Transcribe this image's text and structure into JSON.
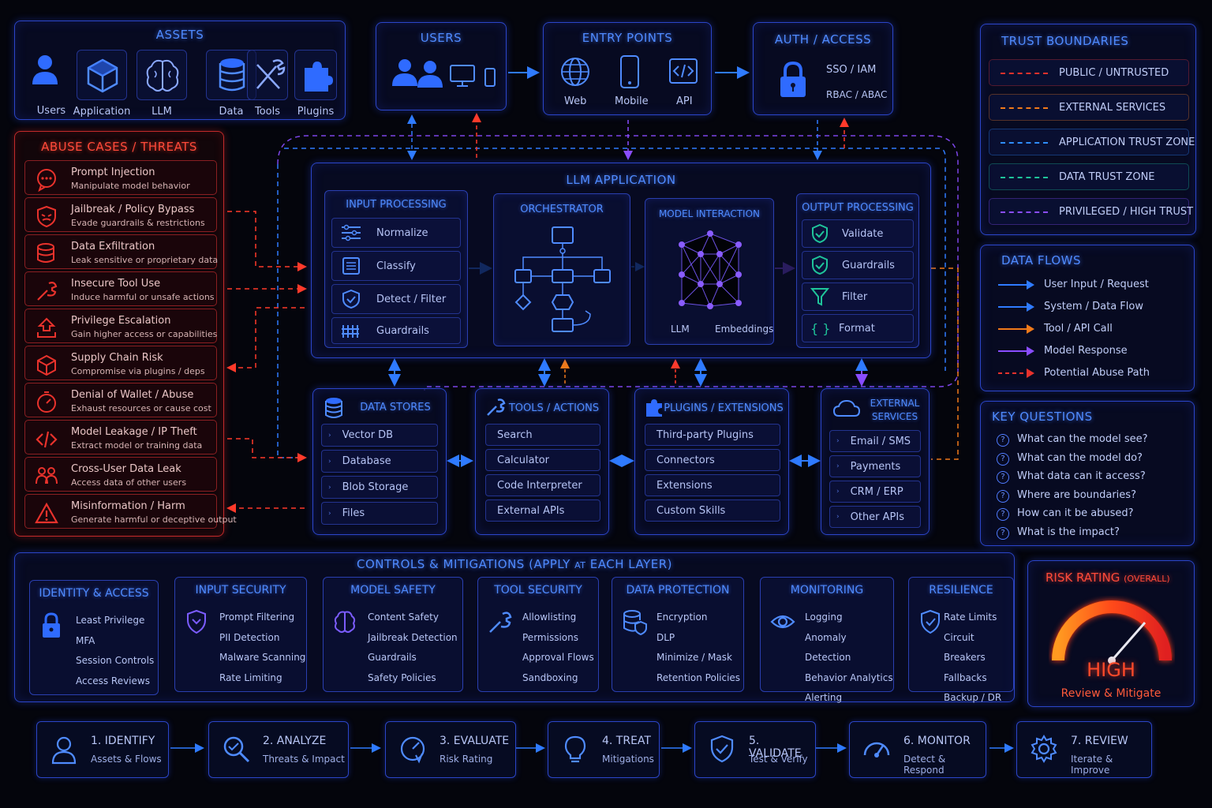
{
  "assets": {
    "title": "ASSETS",
    "items": [
      "Users",
      "Application",
      "LLM",
      "Data",
      "Tools",
      "Plugins"
    ]
  },
  "users": {
    "title": "USERS"
  },
  "entry_points": {
    "title": "ENTRY POINTS",
    "items": [
      "Web",
      "Mobile",
      "API"
    ]
  },
  "auth": {
    "title": "AUTH / ACCESS",
    "items": [
      "SSO / IAM",
      "RBAC / ABAC"
    ]
  },
  "trust_boundaries": {
    "title": "TRUST BOUNDARIES",
    "items": [
      {
        "name": "PUBLIC / UNTRUSTED",
        "color": "#e8322c"
      },
      {
        "name": "EXTERNAL SERVICES",
        "color": "#f07a1a"
      },
      {
        "name": "APPLICATION TRUST ZONE",
        "color": "#2f8dff"
      },
      {
        "name": "DATA TRUST ZONE",
        "color": "#1fc49a"
      },
      {
        "name": "PRIVILEGED / HIGH TRUST",
        "color": "#8a4dff"
      }
    ]
  },
  "abuse": {
    "title": "ABUSE CASES / THREATS",
    "items": [
      {
        "name": "Prompt Injection",
        "desc": "Manipulate model behavior"
      },
      {
        "name": "Jailbreak / Policy Bypass",
        "desc": "Evade guardrails & restrictions"
      },
      {
        "name": "Data Exfiltration",
        "desc": "Leak sensitive or proprietary data"
      },
      {
        "name": "Insecure Tool Use",
        "desc": "Induce harmful or unsafe actions"
      },
      {
        "name": "Privilege Escalation",
        "desc": "Gain higher access or capabilities"
      },
      {
        "name": "Supply Chain Risk",
        "desc": "Compromise via plugins / deps"
      },
      {
        "name": "Denial of Wallet / Abuse",
        "desc": "Exhaust resources or cause cost"
      },
      {
        "name": "Model Leakage / IP Theft",
        "desc": "Extract model or training data"
      },
      {
        "name": "Cross-User Data Leak",
        "desc": "Access data of other users"
      },
      {
        "name": "Misinformation / Harm",
        "desc": "Generate harmful or deceptive output"
      }
    ]
  },
  "llm_app": {
    "title": "LLM APPLICATION",
    "input": {
      "title": "INPUT PROCESSING",
      "items": [
        "Normalize",
        "Classify",
        "Detect / Filter",
        "Guardrails"
      ]
    },
    "orchestrator": {
      "title": "ORCHESTRATOR"
    },
    "model": {
      "title": "MODEL INTERACTION",
      "llm": "LLM",
      "embeddings": "Embeddings"
    },
    "output": {
      "title": "OUTPUT PROCESSING",
      "items": [
        "Validate",
        "Guardrails",
        "Filter",
        "Format"
      ]
    }
  },
  "data_stores": {
    "title": "DATA STORES",
    "items": [
      "Vector DB",
      "Database",
      "Blob Storage",
      "Files"
    ]
  },
  "tools": {
    "title": "TOOLS / ACTIONS",
    "items": [
      "Search",
      "Calculator",
      "Code Interpreter",
      "External APIs"
    ]
  },
  "plugins": {
    "title": "PLUGINS / EXTENSIONS",
    "items": [
      "Third-party Plugins",
      "Connectors",
      "Extensions",
      "Custom Skills"
    ]
  },
  "external": {
    "title1": "EXTERNAL",
    "title2": "SERVICES",
    "items": [
      "Email / SMS",
      "Payments",
      "CRM / ERP",
      "Other APIs"
    ]
  },
  "data_flows": {
    "title": "DATA FLOWS",
    "items": [
      {
        "name": "User Input / Request",
        "color": "#2f7bff",
        "dashed": false
      },
      {
        "name": "System / Data Flow",
        "color": "#2f7bff",
        "dashed": false
      },
      {
        "name": "Tool / API Call",
        "color": "#f07a1a",
        "dashed": false
      },
      {
        "name": "Model Response",
        "color": "#8a4dff",
        "dashed": false
      },
      {
        "name": "Potential Abuse Path",
        "color": "#e8322c",
        "dashed": true
      }
    ]
  },
  "key_questions": {
    "title": "KEY QUESTIONS",
    "items": [
      "What can the model see?",
      "What can the model do?",
      "What data can it access?",
      "Where are boundaries?",
      "How can it be abused?",
      "What is the impact?"
    ]
  },
  "controls": {
    "title_a": "CONTROLS & MITIGATIONS (APPLY ",
    "title_at": "AT",
    "title_b": " EACH LAYER)",
    "groups": [
      {
        "title": "IDENTITY & ACCESS",
        "items": [
          "Least Privilege",
          "MFA",
          "Session Controls",
          "Access Reviews"
        ]
      },
      {
        "title": "INPUT SECURITY",
        "items": [
          "Prompt Filtering",
          "PII Detection",
          "Malware Scanning",
          "Rate Limiting"
        ]
      },
      {
        "title": "MODEL SAFETY",
        "items": [
          "Content Safety",
          "Jailbreak Detection",
          "Guardrails",
          "Safety Policies"
        ]
      },
      {
        "title": "TOOL SECURITY",
        "items": [
          "Allowlisting",
          "Permissions",
          "Approval Flows",
          "Sandboxing"
        ]
      },
      {
        "title": "DATA PROTECTION",
        "items": [
          "Encryption",
          "DLP",
          "Minimize / Mask",
          "Retention Policies"
        ]
      },
      {
        "title": "MONITORING",
        "items": [
          "Logging",
          "Anomaly Detection",
          "Behavior Analytics",
          "Alerting"
        ]
      },
      {
        "title": "RESILIENCE",
        "items": [
          "Rate Limits",
          "Circuit Breakers",
          "Fallbacks",
          "Backup / DR"
        ]
      }
    ]
  },
  "risk": {
    "title": "RISK RATING",
    "qualifier": "(OVERALL)",
    "level": "HIGH",
    "action": "Review & Mitigate"
  },
  "steps": [
    {
      "title": "1. IDENTIFY",
      "desc": "Assets & Flows",
      "icon": "user-icon"
    },
    {
      "title": "2. ANALYZE",
      "desc": "Threats & Impact",
      "icon": "magnifier-icon"
    },
    {
      "title": "3. EVALUATE",
      "desc": "Risk Rating",
      "icon": "gauge-icon"
    },
    {
      "title": "4. TREAT",
      "desc": "Mitigations",
      "icon": "bulb-icon"
    },
    {
      "title": "5. VALIDATE",
      "desc": "Test & Verify",
      "icon": "shield-check-icon"
    },
    {
      "title": "6. MONITOR",
      "desc": "Detect & Respond",
      "icon": "speedometer-icon"
    },
    {
      "title": "7.  REVIEW",
      "desc": "Iterate & Improve",
      "icon": "gear-icon"
    }
  ]
}
